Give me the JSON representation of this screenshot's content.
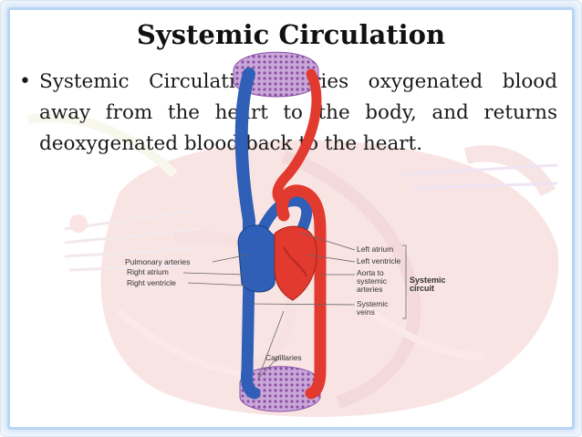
{
  "slide": {
    "title": "Systemic Circulation",
    "bullet": "Systemic Circulation carries oxygenated blood away from the heart to the body, and returns deoxygenated blood back to the heart."
  },
  "diagram_labels": {
    "pulmonary_arteries": "Pulmonary arteries",
    "right_atrium": "Right atrium",
    "right_ventricle": "Right ventricle",
    "left_atrium": "Left atrium",
    "left_ventricle": "Left ventricle",
    "aorta": "Aorta to systemic arteries",
    "systemic_veins": "Systemic veins",
    "systemic_circuit": "Systemic circuit",
    "capillaries": "Capillaries"
  },
  "colors": {
    "oxygenated": "#e23a2f",
    "deoxygenated": "#2f5fb6",
    "capillary": "#9a6fb7",
    "frame": "#b9d5f4"
  }
}
